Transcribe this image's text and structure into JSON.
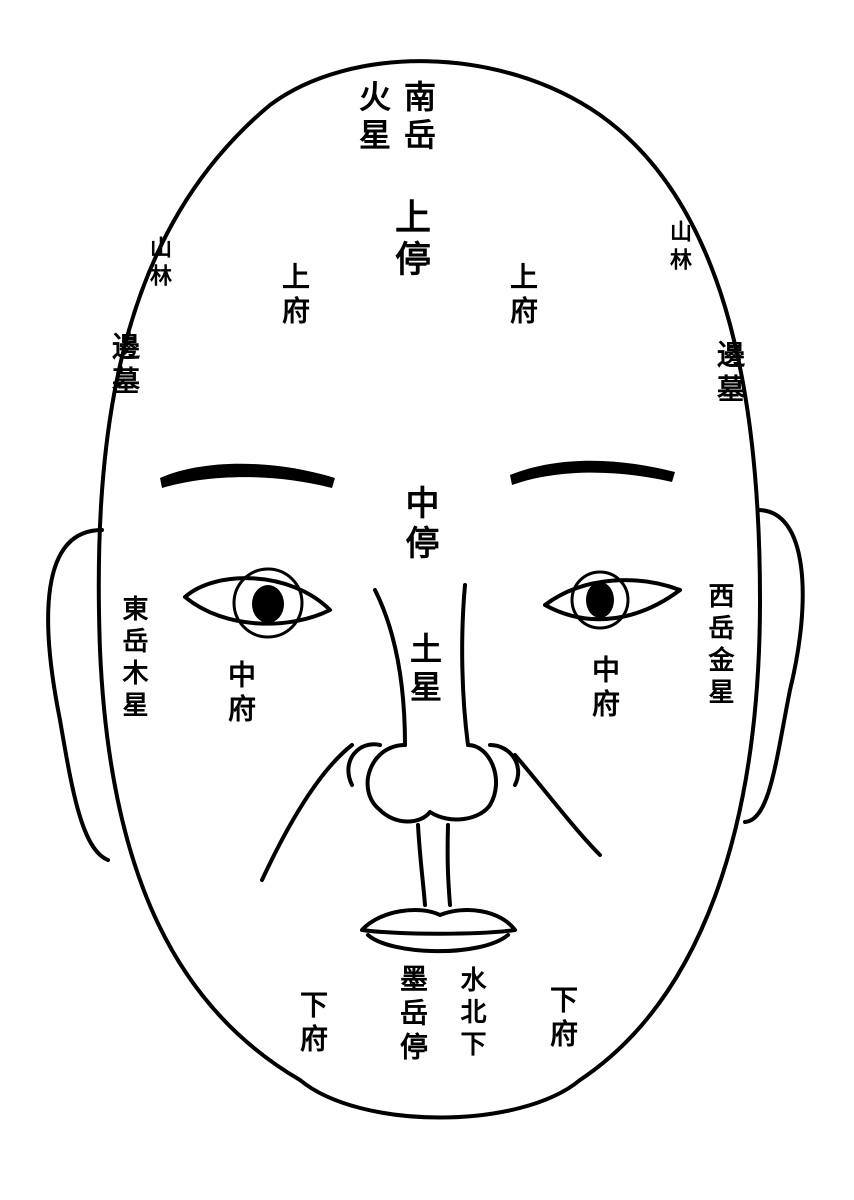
{
  "colors": {
    "ink": "#000000",
    "paper": "#ffffff"
  },
  "labels": {
    "forehead_south_peak": "南岳",
    "forehead_fire_star": "火星",
    "upper_stop": "上停",
    "upper_house_left": "上府",
    "upper_house_right": "上府",
    "mountain_forest_left": "山林",
    "mountain_forest_right": "山林",
    "border_left": "邊墓",
    "border_right": "邊墓",
    "middle_stop": "中停",
    "earth_star": "土星",
    "east_peak_wood_star": "東岳木星",
    "west_peak_metal_star": "西岳金星",
    "middle_house_left": "中府",
    "middle_house_right": "中府",
    "lower_house_left": "下府",
    "lower_house_right": "下府",
    "north_peak_lower_stop": "墨岳停",
    "water_north_lower": "水北下"
  }
}
